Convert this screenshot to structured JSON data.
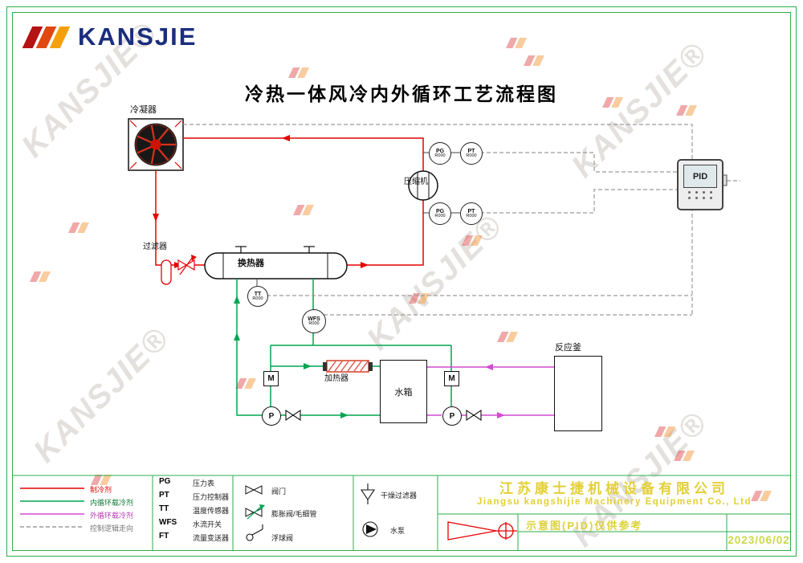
{
  "page": {
    "title": "冷热一体风冷内外循环工艺流程图"
  },
  "logo": {
    "text": "KANSJIE"
  },
  "watermark": {
    "text": "KANSJIE®"
  },
  "equipment": {
    "condenser": "冷凝器",
    "compressor": "压缩机",
    "filter": "过滤器",
    "heat_exchanger": "换热器",
    "heater": "加热器",
    "water_tank": "水箱",
    "reactor": "反应釜",
    "pid_display": "PID"
  },
  "labels": {
    "motor": "M",
    "pump": "P"
  },
  "instruments": [
    {
      "id": "pg-top",
      "line1": "PG",
      "line2": "R000"
    },
    {
      "id": "pt-top",
      "line1": "PT",
      "line2": "R000"
    },
    {
      "id": "pg-bottom",
      "line1": "PG",
      "line2": "R000"
    },
    {
      "id": "pt-bottom",
      "line1": "PT",
      "line2": "R000"
    },
    {
      "id": "tt",
      "line1": "TT",
      "line2": "R000"
    },
    {
      "id": "wfs",
      "line1": "WFS",
      "line2": "R000"
    }
  ],
  "legend": {
    "lines": [
      {
        "label": "制冷剂",
        "color": "#e60000",
        "style": "solid"
      },
      {
        "label": "内循环载冷剂",
        "color": "#00a651",
        "style": "solid"
      },
      {
        "label": "外循环载冷剂",
        "color": "#d24ad2",
        "style": "solid"
      },
      {
        "label": "控制逻辑走向",
        "color": "#8a8a8a",
        "style": "dashed"
      }
    ],
    "abbreviations": [
      {
        "code": "PG",
        "label": "压力表"
      },
      {
        "code": "PT",
        "label": "压力控制器"
      },
      {
        "code": "TT",
        "label": "温度传感器"
      },
      {
        "code": "WFS",
        "label": "水流开关"
      },
      {
        "code": "FT",
        "label": "流量变送器"
      }
    ],
    "symbols": [
      {
        "name": "valve",
        "label": "阀门"
      },
      {
        "name": "expansion-valve",
        "label": "膨胀阀/毛细管"
      },
      {
        "name": "float-valve",
        "label": "浮球阀"
      },
      {
        "name": "dry-filter",
        "label": "干燥过滤器"
      },
      {
        "name": "water-pump",
        "label": "水泵"
      }
    ]
  },
  "title_block": {
    "company_cn": "江苏康士捷机械设备有限公司",
    "company_en": "Jiangsu kangshijie Machinery Equipment Co., Ltd",
    "note": "示意图(PID)仅供参考",
    "date": "2023/06/02"
  },
  "colors": {
    "frame_green": "#2fae4b",
    "refrigerant_red": "#e60000",
    "internal_green": "#00a651",
    "external_magenta": "#d24ad2",
    "control_gray": "#999999",
    "company_yellow": "#e3cf35",
    "logo_blue": "#1b2e7e"
  }
}
